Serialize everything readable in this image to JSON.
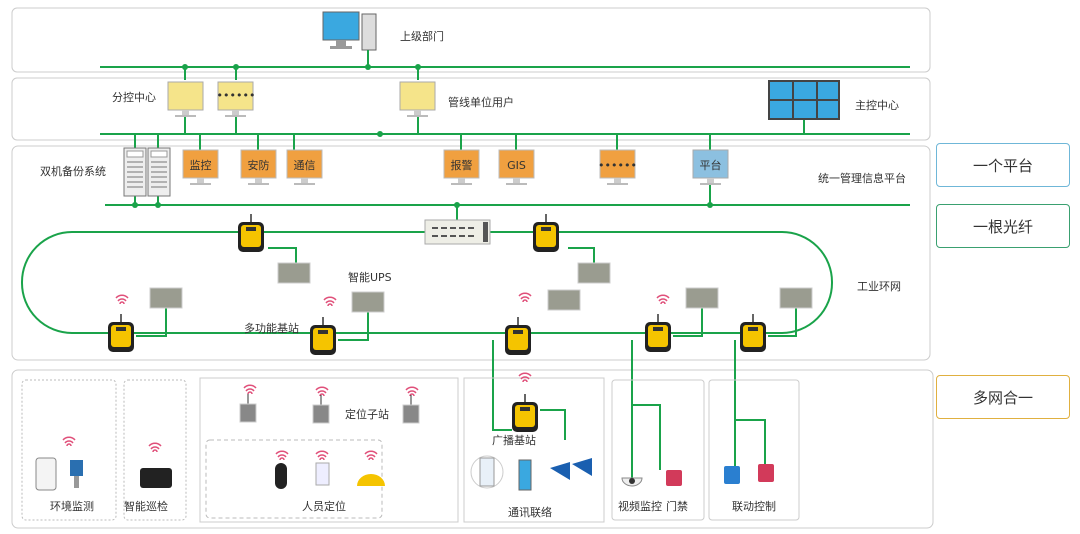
{
  "tiers": {
    "top": {
      "label": "上级部门"
    },
    "second": {
      "sub_center": "分控中心",
      "pipeline_user": "管线单位用户",
      "main_center": "主控中心",
      "dots": "••••••"
    },
    "platform": {
      "backup": "双机备份系统",
      "platform_label": "统一管理信息平台",
      "monitors": [
        "监控",
        "安防",
        "通信",
        "报警",
        "GIS",
        "••••••",
        "平台"
      ]
    },
    "ring": {
      "ups": "智能UPS",
      "base_station": "多功能基站",
      "ring_label": "工业环网"
    }
  },
  "side_labels": [
    "一个平台",
    "一根光纤",
    "多网合一"
  ],
  "bottom": {
    "env": "环境监测",
    "inspection": "智能巡检",
    "locator_station": "定位子站",
    "personnel": "人员定位",
    "broadcast": "广播基站",
    "comm": "通讯联络",
    "video": "视频监控",
    "door": "门禁",
    "linkage": "联动控制"
  },
  "colors": {
    "green": "#1aa34a",
    "orange": "#f0a040",
    "yellow": "#f5d000",
    "pink": "#e0507a",
    "platform_border": "#6fb7d8",
    "fiber_border": "#3aa070",
    "multi_border": "#e0b040"
  }
}
